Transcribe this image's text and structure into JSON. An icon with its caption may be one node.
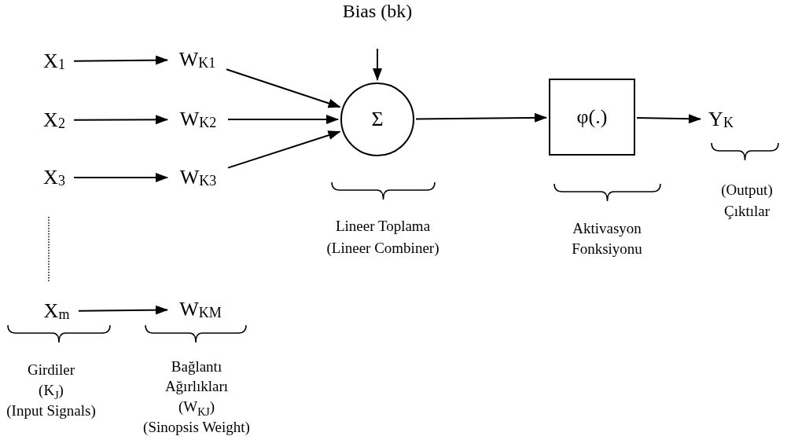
{
  "diagram": {
    "nodes": [
      {
        "text": [
          "X$_{1}$"
        ]
      },
      {
        "text": [
          "X$_{2}$"
        ]
      },
      {
        "text": [
          "X$_{3}$"
        ]
      },
      {
        "text": [
          "X$_{m}$"
        ]
      },
      {
        "text": [
          "W$_{K1}$"
        ]
      },
      {
        "text": [
          "W$_{K2}$"
        ]
      },
      {
        "text": [
          "W$_{K3}$"
        ]
      },
      {
        "text": [
          "W$_{KM}$"
        ]
      },
      {
        "text": [
          "Σ"
        ]
      },
      {
        "text": [
          "φ(.)"
        ]
      },
      {
        "text": [
          "Y$_{K}$"
        ]
      }
    ],
    "edges": [
      {
        "from": 0,
        "to": 4,
        "arrow": "to"
      },
      {
        "from": 1,
        "to": 5,
        "arrow": "to"
      },
      {
        "from": 2,
        "to": 6,
        "arrow": "to"
      },
      {
        "from": 3,
        "to": 7,
        "arrow": "to"
      },
      {
        "from": 4,
        "to": 8,
        "arrow": "to"
      },
      {
        "from": 5,
        "to": 8,
        "arrow": "to"
      },
      {
        "from": 6,
        "to": 8,
        "arrow": "to"
      },
      {
        "from": null,
        "to": 8,
        "arrow": "to"
      },
      {
        "from": 8,
        "to": 9,
        "arrow": "to"
      },
      {
        "from": 9,
        "to": 10,
        "arrow": "to"
      }
    ],
    "labels": [
      "Bias (bk)",
      "Lineer Toplama",
      "(Lineer Combiner)",
      "Aktivasyon",
      "Fonksiyonu",
      "(Output)",
      "Çıktılar",
      "Girdiler",
      "(K$_{J}$)",
      "(Input Signals)",
      "Bağlantı",
      "Ağırlıkları",
      "(W$_{KJ}$)",
      "(Sinopsis Weight)"
    ]
  }
}
